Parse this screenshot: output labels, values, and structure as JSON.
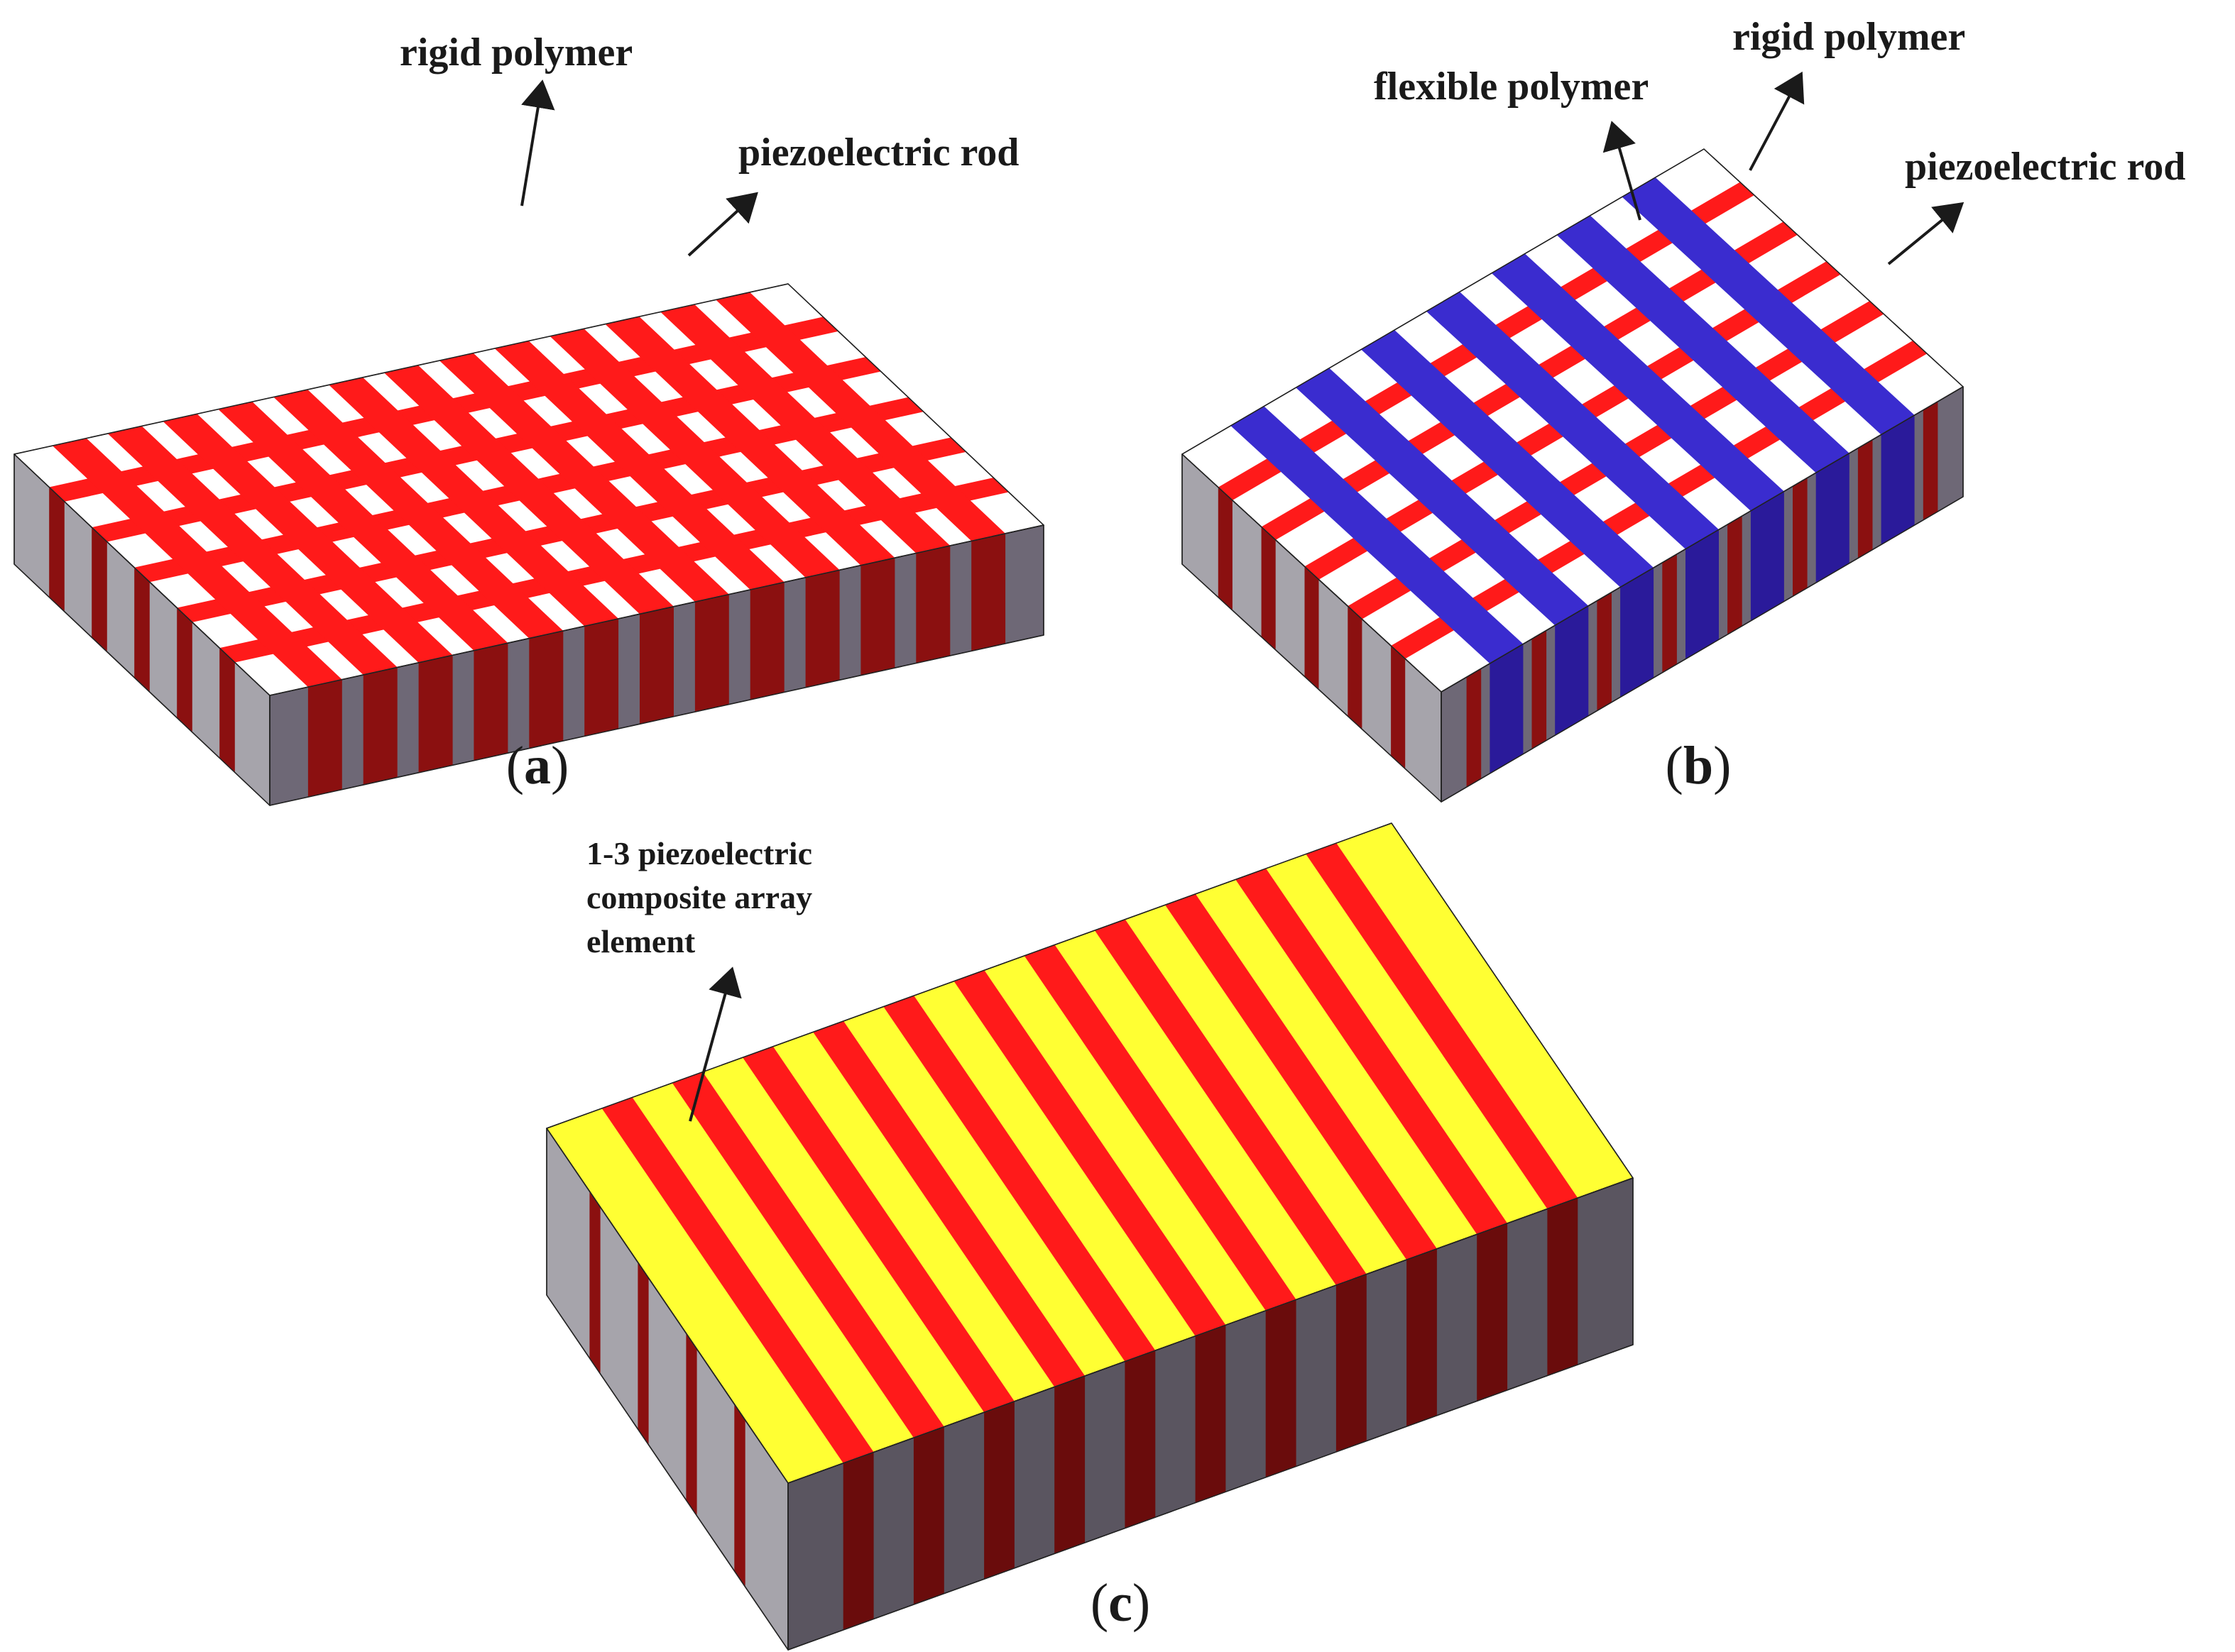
{
  "panels": {
    "a": {
      "caption_letter": "a",
      "labels": {
        "rigid": "rigid polymer",
        "rod": "piezoelectric rod"
      }
    },
    "b": {
      "caption_letter": "b",
      "labels": {
        "flexible": "flexible polymer",
        "rigid": "rigid polymer",
        "rod": "piezoelectric rod"
      }
    },
    "c": {
      "caption_letter": "c",
      "labels": {
        "line1": "1-3 piezoelectric",
        "line2": "composite array",
        "line3": "element"
      }
    }
  },
  "colors": {
    "rigid_polymer": "#ff1a1a",
    "rigid_polymer_side": "#8b1010",
    "flexible_polymer": "#3a2ccf",
    "flexible_polymer_side": "#2a1a9a",
    "piezo_top": "#ffffff",
    "piezo_front": "#a6a4ab",
    "piezo_side": "#6e6876",
    "electrode": "#ffff33",
    "outline": "#222222"
  }
}
